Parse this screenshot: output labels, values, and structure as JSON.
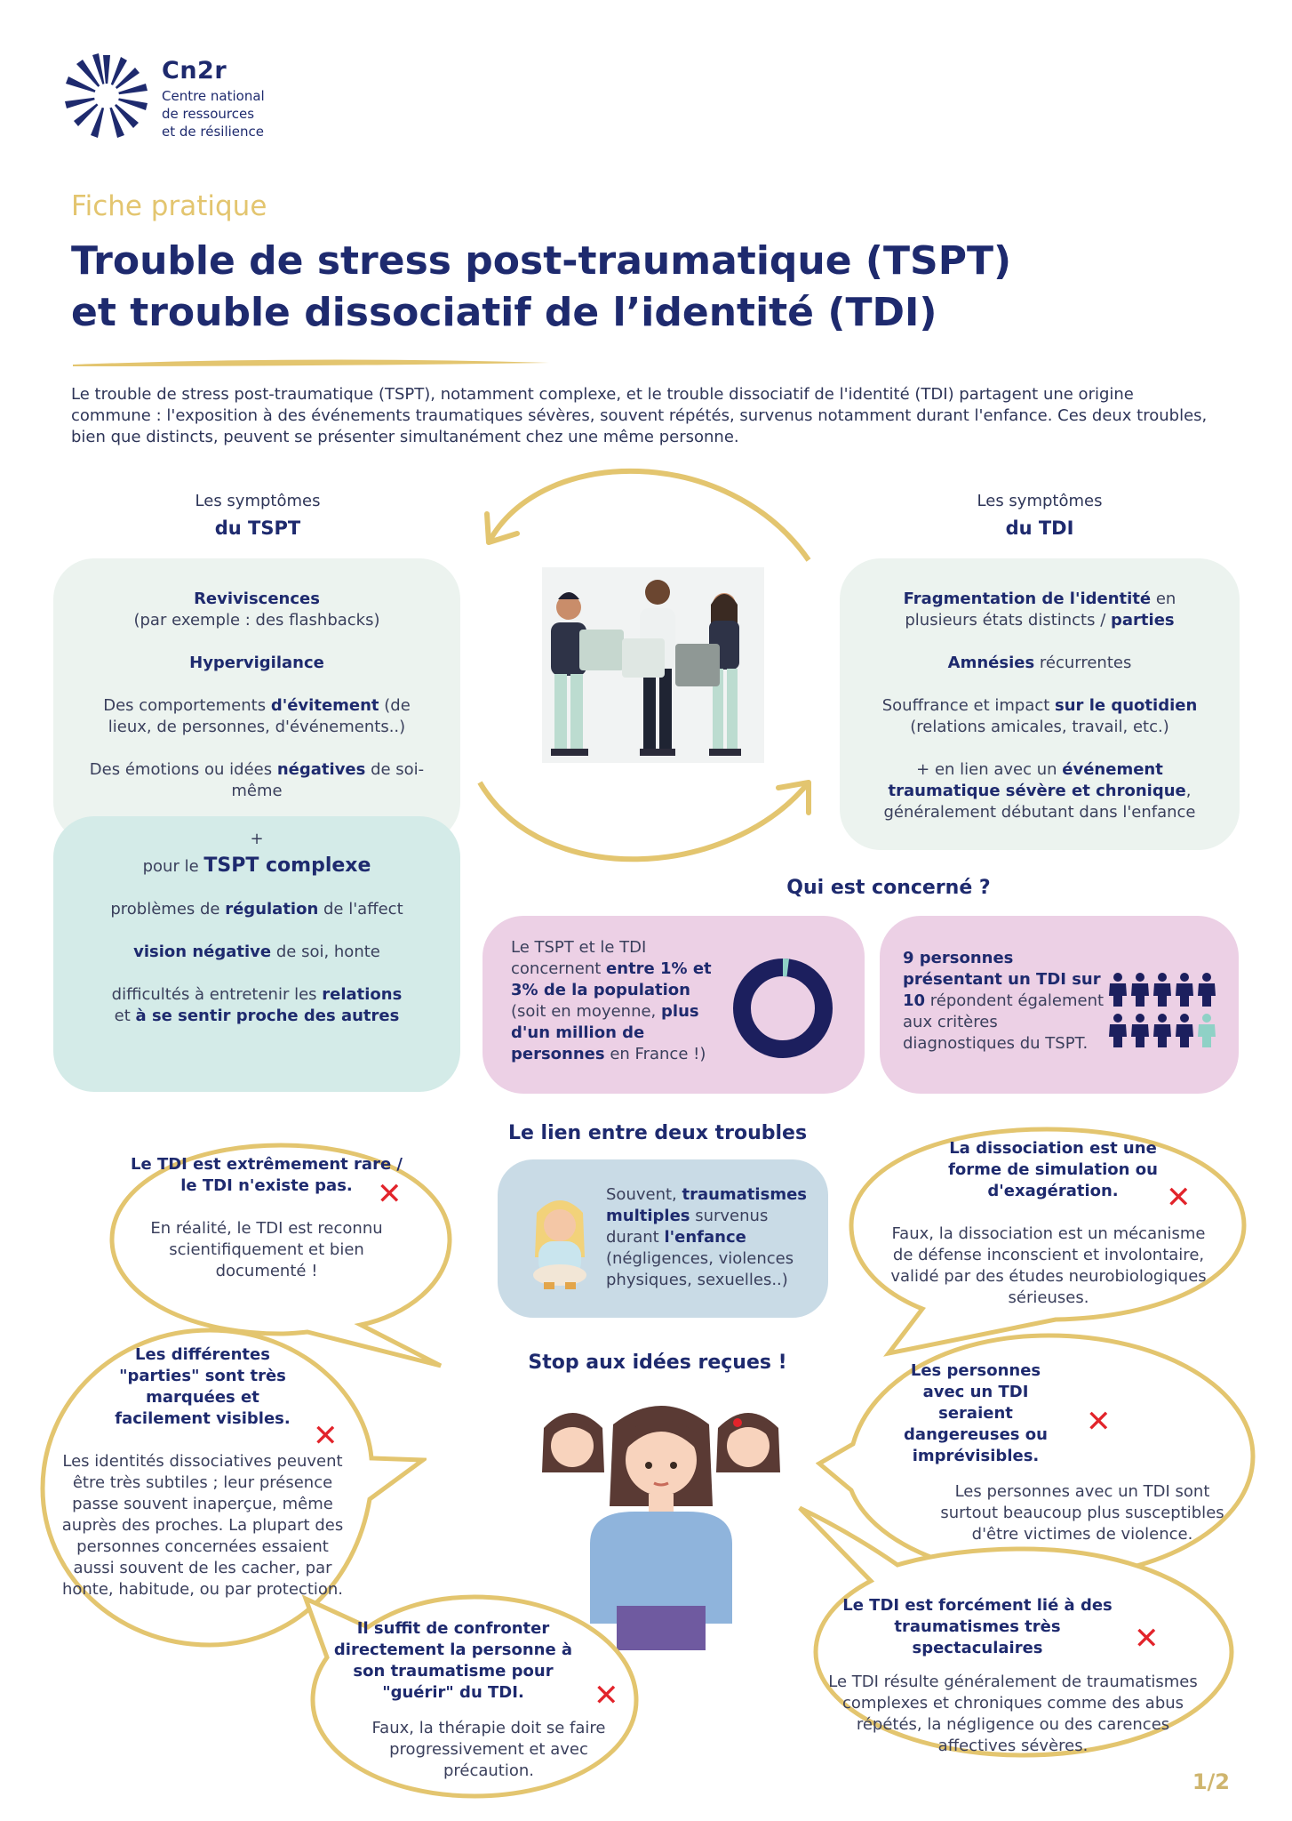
{
  "org": {
    "acronym": "Cn2r",
    "line1": "Centre national",
    "line2": "de ressources",
    "line3": "et de résilience"
  },
  "kicker": "Fiche pratique",
  "title": {
    "line1": "Trouble de stress post-traumatique (TSPT)",
    "line2": "et trouble dissociatif de l’identité (TDI)"
  },
  "intro": "Le trouble de stress post-traumatique (TSPT), notamment complexe, et le trouble dissociatif de l'identité (TDI) partagent une origine commune : l'exposition à des événements traumatiques sévères, souvent répétés, survenus notamment durant l'enfance. Ces deux troubles, bien que distincts, peuvent se présenter simultanément chez une même personne.",
  "tspt": {
    "head_small": "Les symptômes",
    "head_bold": "du TSPT",
    "s1_bold": "Reviviscences",
    "s1_rest": "(par exemple : des flashbacks)",
    "s2_bold": "Hypervigilance",
    "s3_pre": "Des comportements ",
    "s3_bold": "d'évitement",
    "s3_post": " (de lieux, de personnes, d'événements..)",
    "s4_pre": "Des émotions ou idées ",
    "s4_bold": "négatives",
    "s4_post": " de soi-même",
    "plus": "+",
    "complex_pre": "pour le ",
    "complex_bold": "TSPT complexe",
    "c1_pre": "problèmes de ",
    "c1_bold": "régulation",
    "c1_post": " de l'affect",
    "c2_bold": "vision négative",
    "c2_post": " de soi, honte",
    "c3_pre": "difficultés à entretenir les ",
    "c3_bold1": "relations",
    "c3_mid": " et ",
    "c3_bold2": "à se sentir proche des autres"
  },
  "tdi": {
    "head_small": "Les symptômes",
    "head_bold": "du TDI",
    "s1_bold": "Fragmentation de l'identité",
    "s1_mid": " en plusieurs états distincts / ",
    "s1_bold2": "parties",
    "s2_bold": "Amnésies",
    "s2_post": " récurrentes",
    "s3_pre": "Souffrance et impact ",
    "s3_bold": "sur le quotidien",
    "s3_post": " (relations amicales, travail, etc.)",
    "s4_pre": "+ en lien avec un ",
    "s4_bold": "événement traumatique sévère et chronique",
    "s4_post": ", généralement débutant dans l'enfance"
  },
  "concern": {
    "title": "Qui est concerné ?",
    "left_pre": "Le TSPT et le TDI concernent ",
    "left_bold1": "entre 1% et 3% de la population",
    "left_mid": " (soit en moyenne, ",
    "left_bold2": "plus d'un million de personnes",
    "left_post": " en France !)",
    "right_bold": "9 personnes présentant un TDI sur 10",
    "right_post": " répondent également aux critères diagnostiques du TSPT.",
    "donut_fraction": 0.02,
    "icons_highlighted": 9,
    "icons_total": 10
  },
  "link": {
    "title": "Le lien entre deux troubles",
    "pre": "Souvent, ",
    "bold1": "traumatismes multiples",
    "mid": " survenus durant ",
    "bold2": "l'enfance",
    "post": " (négligences, violences physiques, sexuelles..)"
  },
  "myths": {
    "title": "Stop aux idées reçues !",
    "m1_head": "Le TDI est extrêmement rare / le TDI n'existe pas.",
    "m1_body": "En réalité, le TDI est reconnu scientifiquement et bien documenté !",
    "m2_head": "La dissociation est une forme de simulation ou d'exagération.",
    "m2_body": "Faux, la dissociation est un mécanisme de défense inconscient et involontaire, validé par des études neurobiologiques sérieuses.",
    "m3_head": "Les différentes \"parties\" sont très marquées et facilement visibles.",
    "m3_body": "Les identités dissociatives peuvent être très subtiles ; leur présence passe souvent inaperçue, même auprès des proches. La plupart des personnes concernées essaient aussi souvent de les cacher, par honte, habitude, ou par protection.",
    "m4_head": "Les personnes avec un TDI seraient dangereuses ou imprévisibles.",
    "m4_body": "Les personnes avec un TDI sont surtout beaucoup plus susceptibles d'être victimes de violence.",
    "m5_head": "Il suffit de confronter directement la personne à son traumatisme pour \"guérir\" du TDI.",
    "m5_body": "Faux, la thérapie doit se faire progressivement et avec précaution.",
    "m6_head": "Le TDI est forcément lié à des traumatismes très spectaculaires",
    "m6_body": "Le TDI résulte généralement de traumatismes complexes et chroniques comme des abus répétés, la négligence ou des carences affectives sévères.",
    "cross": "✕"
  },
  "page": "1/2",
  "colors": {
    "navy": "#1e2a6e",
    "gold": "#e3c56f",
    "card_green": "#ecf3ef",
    "card_teal": "#d4ebe8",
    "card_pink": "#ecd0e5",
    "card_blue": "#c9dbe6",
    "cross_red": "#e2242b"
  }
}
